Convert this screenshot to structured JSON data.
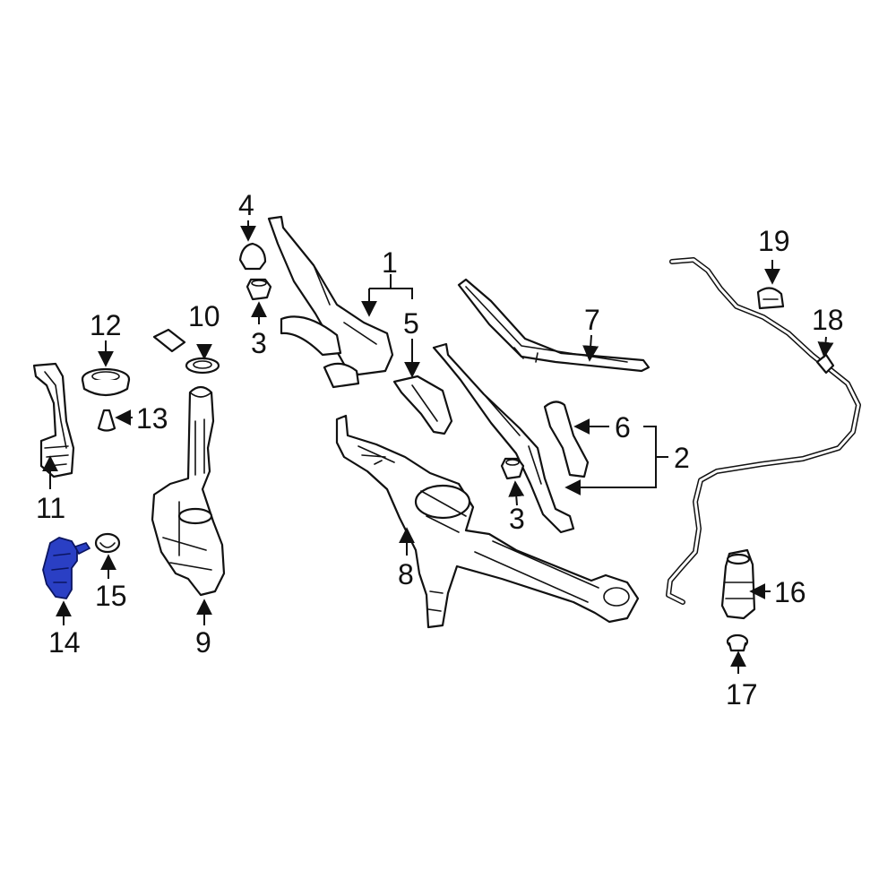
{
  "highlight_color": "#2a3fc4",
  "highlighted_part": "14",
  "callouts": {
    "c1": "1",
    "c2": "2",
    "c3a": "3",
    "c3b": "3",
    "c4": "4",
    "c5": "5",
    "c6": "6",
    "c7": "7",
    "c8": "8",
    "c9": "9",
    "c10": "10",
    "c11": "11",
    "c12": "12",
    "c13": "13",
    "c14": "14",
    "c15": "15",
    "c16": "16",
    "c17": "17",
    "c18": "18",
    "c19": "19"
  }
}
